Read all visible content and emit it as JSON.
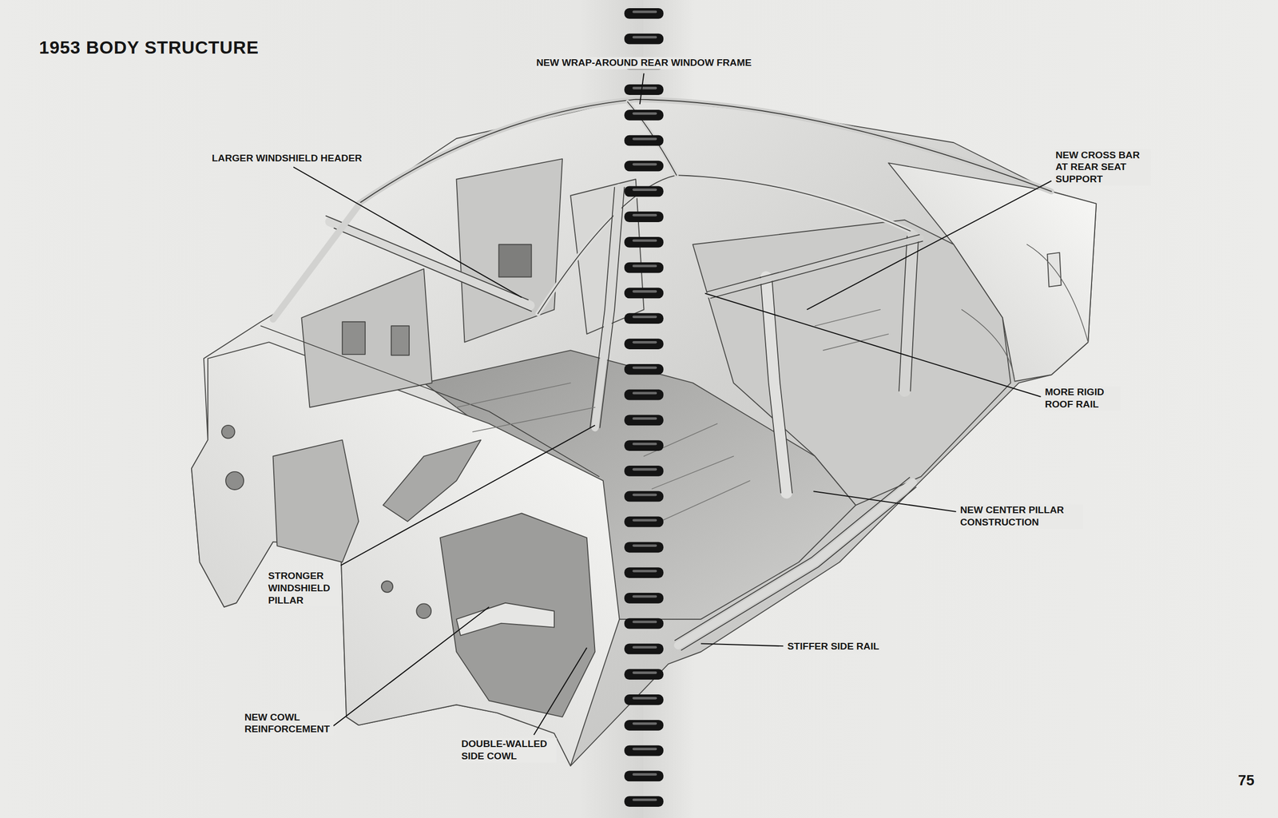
{
  "diagram": {
    "title": "1953 BODY STRUCTURE",
    "labels": [
      "NEW WRAP-AROUND REAR WINDOW FRAME",
      "LARGER WINDSHIELD HEADER",
      "NEW CROSS BAR AT REAR SEAT SUPPORT",
      "MORE RIGID ROOF RAIL",
      "NEW CENTER PILLAR CONSTRUCTION",
      "STRONGER WINDSHIELD PILLAR",
      "STIFFER SIDE RAIL",
      "NEW COWL REINFORCEMENT",
      "DOUBLE-WALLED SIDE COWL",
      "75"
    ]
  }
}
